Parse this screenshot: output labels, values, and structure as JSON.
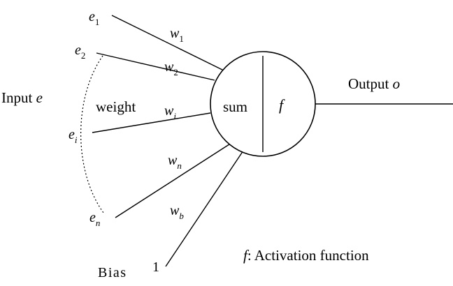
{
  "diagram": {
    "inputs": [
      {
        "var": "e",
        "sub": "1",
        "weight_var": "w",
        "weight_sub": "1"
      },
      {
        "var": "e",
        "sub": "2",
        "weight_var": "w",
        "weight_sub": "2"
      },
      {
        "var": "e",
        "sub": "i",
        "weight_var": "w",
        "weight_sub": "i"
      },
      {
        "var": "e",
        "sub": "n",
        "weight_var": "w",
        "weight_sub": "n"
      }
    ],
    "input_label_text": "Input ",
    "input_label_var": "e",
    "weight_text": "weight",
    "neuron_sum": "sum",
    "neuron_activation": "f",
    "output_label_text": "Output ",
    "output_label_var": "o",
    "bias_text": "Bias",
    "bias_value": "1",
    "bias_weight_var": "w",
    "bias_weight_sub": "b",
    "legend_var": "f",
    "legend_text": ": Activation function"
  }
}
